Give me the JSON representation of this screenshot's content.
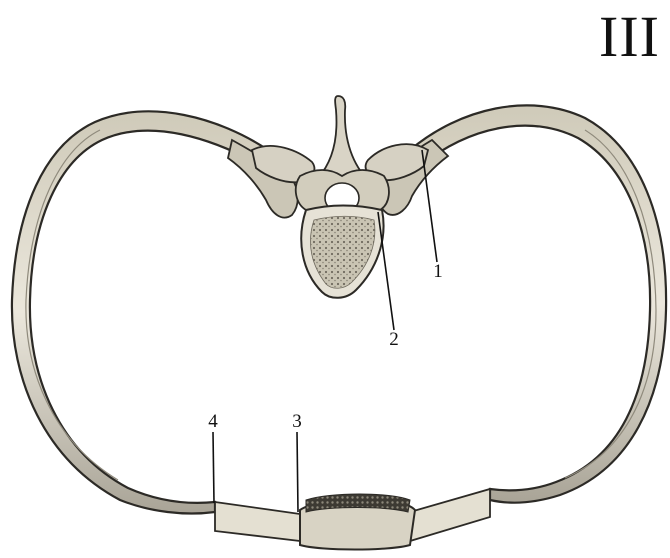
{
  "figure": {
    "plate_number": "III",
    "labels": [
      {
        "id": "1",
        "text": "1"
      },
      {
        "id": "2",
        "text": "2"
      },
      {
        "id": "3",
        "text": "3"
      },
      {
        "id": "4",
        "text": "4"
      }
    ]
  },
  "colors": {
    "bone_fill": "#dcd8cc",
    "bone_shade": "#8f8a7c",
    "bone_outline": "#2c2a26",
    "cartilage": "#e8e4d6",
    "leader_line": "#111111"
  }
}
